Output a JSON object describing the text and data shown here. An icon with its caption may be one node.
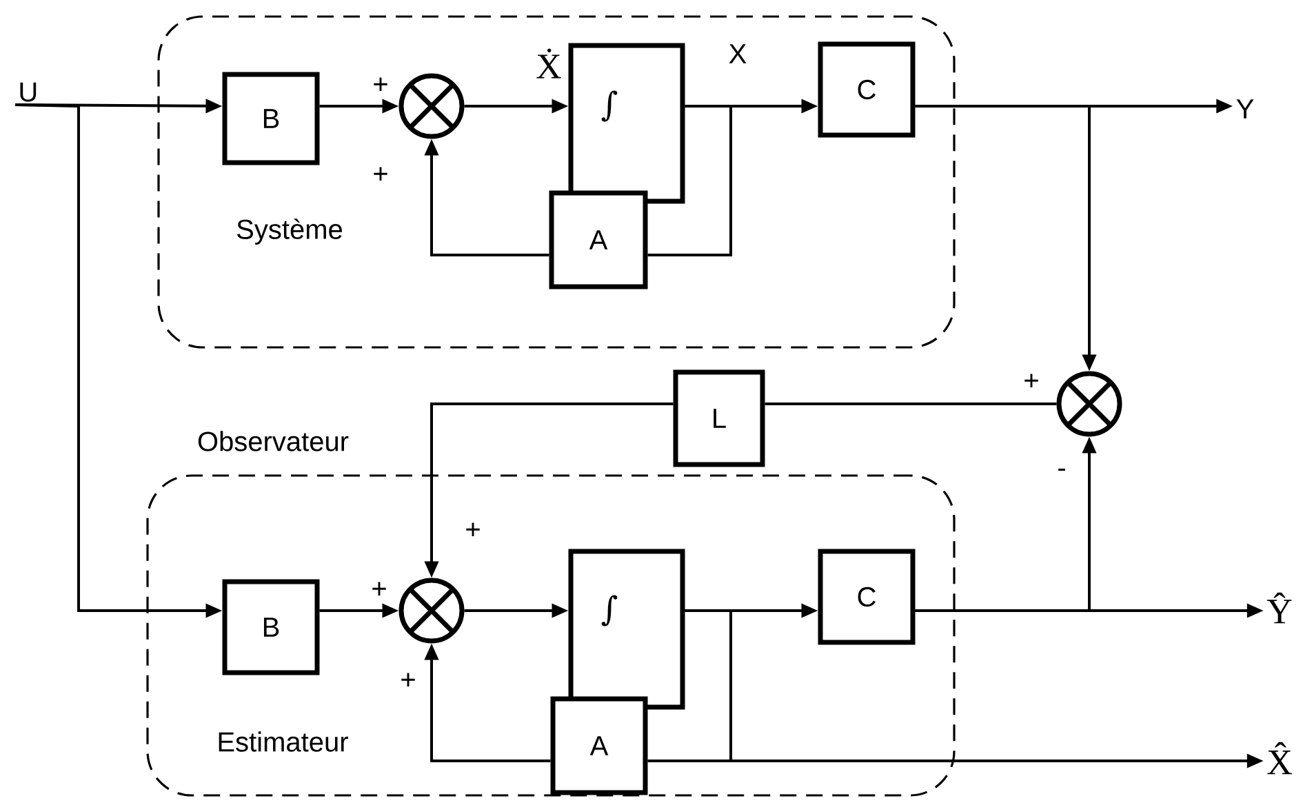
{
  "diagram": {
    "nodes": [
      {
        "text": [
          "Système"
        ]
      },
      {
        "text": [
          "Estimateur"
        ]
      },
      {
        "text": [
          "B"
        ],
        "in": 0
      },
      {
        "text": [],
        "shape": "circle",
        "in": 0
      },
      {
        "text": [
          "∫"
        ],
        "in": 0
      },
      {
        "text": [
          "A"
        ],
        "in": 0
      },
      {
        "text": [
          "C"
        ],
        "in": 0
      },
      {
        "text": [
          "Y"
        ]
      },
      {
        "text": [
          "U"
        ]
      },
      {
        "text": [
          "L"
        ]
      },
      {
        "text": [],
        "shape": "circle"
      },
      {
        "text": [
          "B"
        ],
        "in": 1
      },
      {
        "text": [],
        "shape": "circle",
        "in": 1
      },
      {
        "text": [
          "∫"
        ],
        "in": 1
      },
      {
        "text": [
          "A"
        ],
        "in": 1
      },
      {
        "text": [
          "C"
        ],
        "in": 1
      },
      {
        "text": [
          "Ŷ"
        ]
      },
      {
        "text": [
          "X̂"
        ]
      }
    ],
    "edges": [
      {
        "from": 8,
        "to": 2,
        "arrow": "to"
      },
      {
        "from": 8,
        "to": 11,
        "arrow": "to"
      },
      {
        "from": 2,
        "to": 3,
        "arrow": "to"
      },
      {
        "from": 3,
        "to": 4,
        "arrow": "to"
      },
      {
        "from": 4,
        "to": 6,
        "arrow": "to"
      },
      {
        "from": 4,
        "to": 5,
        "arrow": "none"
      },
      {
        "from": 5,
        "to": 3,
        "arrow": "to"
      },
      {
        "from": 6,
        "to": 7,
        "arrow": "to"
      },
      {
        "from": 6,
        "to": 10,
        "arrow": "to"
      },
      {
        "from": 10,
        "to": 9,
        "arrow": "none"
      },
      {
        "from": 9,
        "to": 12,
        "arrow": "to"
      },
      {
        "from": 11,
        "to": 12,
        "arrow": "to"
      },
      {
        "from": 12,
        "to": 13,
        "arrow": "to"
      },
      {
        "from": 13,
        "to": 15,
        "arrow": "to"
      },
      {
        "from": 15,
        "to": 16,
        "arrow": "to"
      },
      {
        "from": 15,
        "to": 10,
        "arrow": "to"
      },
      {
        "from": 13,
        "to": 14,
        "arrow": "none"
      },
      {
        "from": 13,
        "to": 17,
        "arrow": "to"
      },
      {
        "from": 14,
        "to": 12,
        "arrow": "to"
      }
    ],
    "labels": [
      "Ẋ",
      "X",
      "+",
      "+",
      "+",
      "Observateur",
      "-",
      "+",
      "+",
      "+"
    ]
  }
}
